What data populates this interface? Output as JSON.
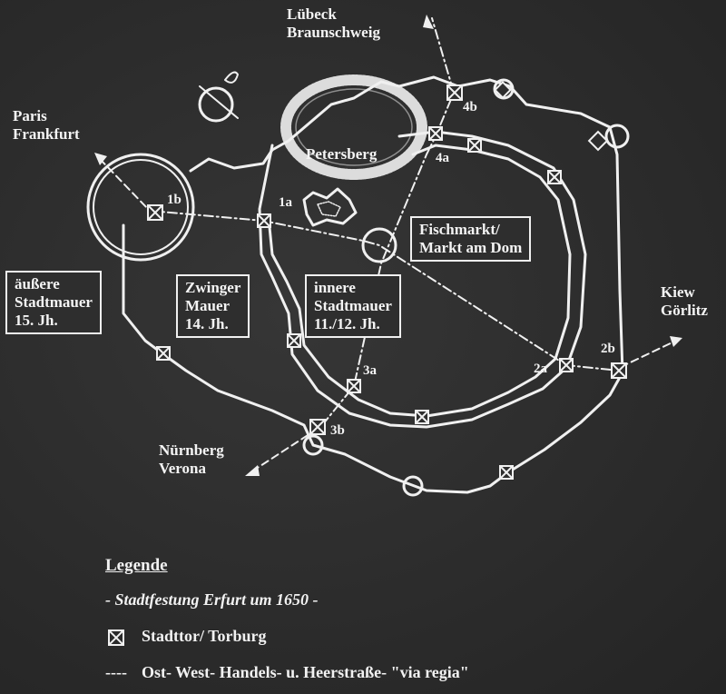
{
  "labels": {
    "north": [
      "Lübeck",
      "Braunschweig"
    ],
    "west": [
      "Paris",
      "Frankfurt"
    ],
    "east": [
      "Kiew",
      "Görlitz"
    ],
    "south": [
      "Nürnberg",
      "Verona"
    ],
    "petersberg": "Petersberg",
    "market": [
      "Fischmarkt/",
      "Markt am Dom"
    ],
    "outer_wall": [
      "äußere",
      "Stadtmauer",
      "15. Jh."
    ],
    "zwinger_wall": [
      "Zwinger",
      "Mauer",
      "14. Jh."
    ],
    "inner_wall": [
      "innere",
      "Stadtmauer",
      "11./12. Jh."
    ]
  },
  "gate_numbers": [
    "1a",
    "1b",
    "2a",
    "2b",
    "3a",
    "3b",
    "4a",
    "4b"
  ],
  "legend": {
    "title": "Legende",
    "subtitle": "- Stadtfestung Erfurt um 1650 -",
    "gate_symbol": "☒",
    "gate_label": "Stadttor/ Torburg",
    "road_symbol": "----",
    "road_label": "Ost- West- Handels- u. Heerstraße- \"via regia\""
  },
  "colors": {
    "background": "#2b2b2b",
    "lines": "#f0f0f0"
  }
}
